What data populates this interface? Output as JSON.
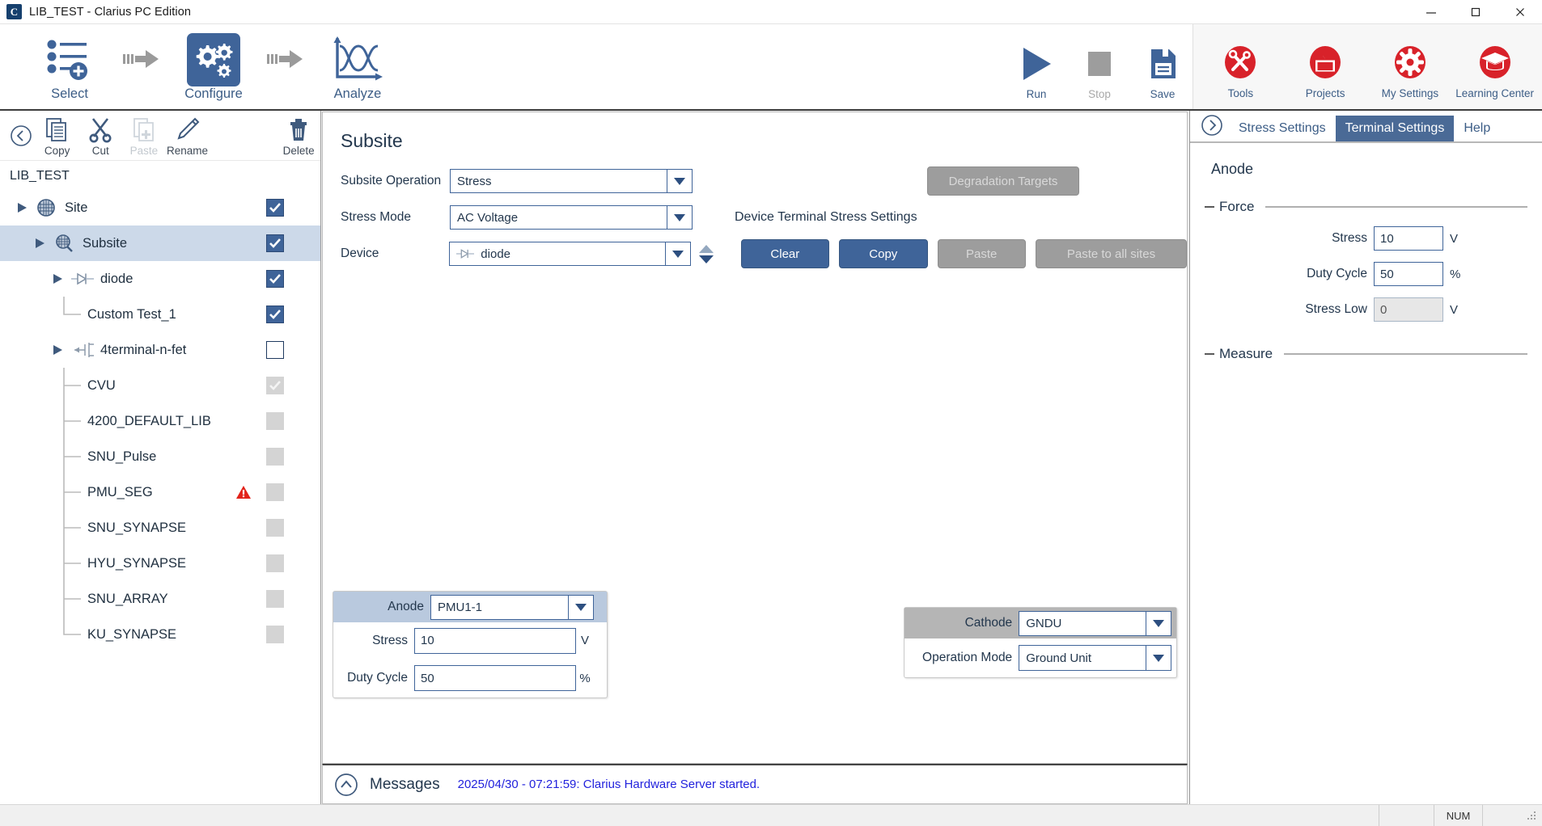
{
  "window": {
    "title": "LIB_TEST - Clarius PC Edition",
    "logo_letter": "C",
    "minimize": "minimize-icon",
    "maximize": "maximize-icon",
    "close": "close-icon"
  },
  "ribbon": {
    "flow": [
      {
        "label": "Select",
        "icon": "select-list-add-icon",
        "active": false
      },
      {
        "label": "Configure",
        "icon": "gears-icon",
        "active": true
      },
      {
        "label": "Analyze",
        "icon": "graph-curve-icon",
        "active": false
      }
    ],
    "actions": [
      {
        "label": "Run",
        "icon": "play-icon",
        "disabled": false
      },
      {
        "label": "Stop",
        "icon": "stop-square-icon",
        "disabled": true
      },
      {
        "label": "Save",
        "icon": "floppy-disk-icon",
        "disabled": false
      }
    ],
    "utilities": [
      {
        "label": "Tools",
        "icon": "tools-wrench-icon"
      },
      {
        "label": "Projects",
        "icon": "folder-icon"
      },
      {
        "label": "My Settings",
        "icon": "gear-icon"
      },
      {
        "label": "Learning Center",
        "icon": "graduation-cap-icon"
      }
    ]
  },
  "sidebar": {
    "toolbar": [
      {
        "label": "Copy",
        "icon": "copy-icon",
        "disabled": false
      },
      {
        "label": "Cut",
        "icon": "scissors-icon",
        "disabled": false
      },
      {
        "label": "Paste",
        "icon": "paste-icon",
        "disabled": true
      },
      {
        "label": "Rename",
        "icon": "pencil-icon",
        "disabled": false
      },
      {
        "label": "Delete",
        "icon": "trash-icon",
        "disabled": false
      }
    ],
    "root_label": "LIB_TEST",
    "tree": [
      {
        "label": "Site",
        "indent": 0,
        "arrow": true,
        "icon": "wafer-icon",
        "check": "on"
      },
      {
        "label": "Subsite",
        "indent": 1,
        "arrow": true,
        "icon": "subsite-icon",
        "check": "on",
        "selected": true
      },
      {
        "label": "diode",
        "indent": 2,
        "arrow": true,
        "icon": "diode-icon",
        "check": "on"
      },
      {
        "label": "Custom Test_1",
        "indent": 3,
        "arrow": false,
        "icon": "",
        "check": "on"
      },
      {
        "label": "4terminal-n-fet",
        "indent": 2,
        "arrow": true,
        "icon": "fet-icon",
        "check": "off"
      },
      {
        "label": "CVU",
        "indent": 3,
        "arrow": false,
        "icon": "",
        "check": "disabled-on"
      },
      {
        "label": "4200_DEFAULT_LIB",
        "indent": 3,
        "arrow": false,
        "icon": "",
        "check": "disabled"
      },
      {
        "label": "SNU_Pulse",
        "indent": 3,
        "arrow": false,
        "icon": "",
        "check": "disabled"
      },
      {
        "label": "PMU_SEG",
        "indent": 3,
        "arrow": false,
        "icon": "",
        "check": "disabled",
        "warning": true
      },
      {
        "label": "SNU_SYNAPSE",
        "indent": 3,
        "arrow": false,
        "icon": "",
        "check": "disabled"
      },
      {
        "label": "HYU_SYNAPSE",
        "indent": 3,
        "arrow": false,
        "icon": "",
        "check": "disabled"
      },
      {
        "label": "SNU_ARRAY",
        "indent": 3,
        "arrow": false,
        "icon": "",
        "check": "disabled"
      },
      {
        "label": "KU_SYNAPSE",
        "indent": 3,
        "arrow": false,
        "icon": "",
        "check": "disabled"
      }
    ]
  },
  "main": {
    "title": "Subsite",
    "fields": [
      {
        "label": "Subsite Operation",
        "value": "Stress"
      },
      {
        "label": "Stress Mode",
        "value": "AC Voltage"
      },
      {
        "label": "Device",
        "value": "diode",
        "has_icon": true,
        "has_spinner": true
      }
    ],
    "degradation_targets": "Degradation Targets",
    "device_terminal_heading": "Device Terminal Stress Settings",
    "buttons": [
      {
        "label": "Clear",
        "disabled": false
      },
      {
        "label": "Copy",
        "disabled": false
      },
      {
        "label": "Paste",
        "disabled": true
      },
      {
        "label": "Paste to all sites",
        "disabled": true
      }
    ],
    "anode_card": {
      "terminal": "Anode",
      "terminal_value": "PMU1-1",
      "rows": [
        {
          "label": "Stress",
          "value": "10",
          "unit": "V"
        },
        {
          "label": "Duty Cycle",
          "value": "50",
          "unit": "%"
        }
      ]
    },
    "cathode_card": {
      "terminal": "Cathode",
      "terminal_value": "GNDU",
      "rows": [
        {
          "label": "Operation Mode",
          "value": "Ground Unit"
        }
      ]
    },
    "schematic": {
      "source_icon": "pulse-waveform-icon",
      "device_icon": "diode-symbol",
      "ground_icon": "ground-unit-icon"
    }
  },
  "messages": {
    "label": "Messages",
    "collapse_icon": "chevron-up-circle-icon",
    "text": "2025/04/30 - 07:21:59: Clarius Hardware Server started."
  },
  "right_panel": {
    "expand_icon": "chevron-right-circle-icon",
    "tabs": [
      {
        "label": "Stress Settings",
        "active": false
      },
      {
        "label": "Terminal Settings",
        "active": true
      },
      {
        "label": "Help",
        "active": false
      }
    ],
    "title": "Anode",
    "groups": [
      {
        "name": "Force",
        "rows": [
          {
            "label": "Stress",
            "value": "10",
            "unit": "V",
            "readonly": false
          },
          {
            "label": "Duty Cycle",
            "value": "50",
            "unit": "%",
            "readonly": false
          },
          {
            "label": "Stress Low",
            "value": "0",
            "unit": "V",
            "readonly": true
          }
        ]
      },
      {
        "name": "Measure",
        "rows": []
      }
    ]
  },
  "statusbar": {
    "num": "NUM"
  },
  "colors": {
    "accent_blue": "#3f6499",
    "red": "#d8222a",
    "link_blue": "#2222dd",
    "selection": "#ccd9e9"
  }
}
